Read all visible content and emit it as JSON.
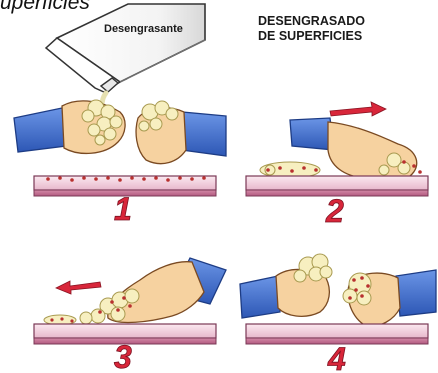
{
  "heading": "uperficies",
  "title": [
    "DESENGRASADO",
    "DE SUPERFICIES"
  ],
  "bottle_label": "Desengrasante",
  "steps": [
    {
      "number": "1",
      "arrow": "none"
    },
    {
      "number": "2",
      "arrow": "right"
    },
    {
      "number": "3",
      "arrow": "left"
    },
    {
      "number": "4",
      "arrow": "none"
    }
  ],
  "colors": {
    "number": "#d8263a",
    "arrow": "#d8263a",
    "plate_top": "#f2d7e2",
    "plate_side": "#c97a9a",
    "sleeve": "#3f6fd1",
    "skin": "#f6d2a0",
    "foam": "#f7efc0",
    "dots": "#b8312f"
  }
}
